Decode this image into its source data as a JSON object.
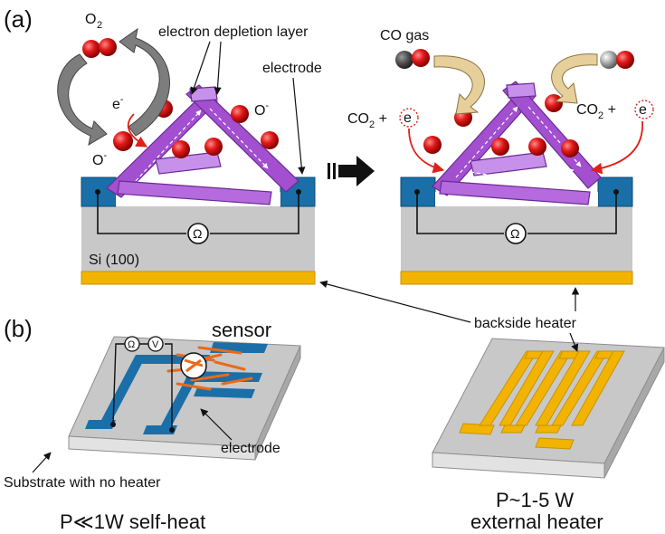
{
  "panel_a": {
    "label": "(a)",
    "o2": "O",
    "o2_sub": "2",
    "electron_depletion_layer": "electron  depletion layer",
    "electrode": "electrode",
    "e_minus": "e",
    "minus": "-",
    "o_minus_1": "O",
    "o_minus_2": "O",
    "ohm": "Ω",
    "si": "Si (100)",
    "co_gas": "CO gas",
    "co2_left": "CO",
    "co2_right": "CO",
    "two": "2",
    "plus": " + ",
    "e_circle": "e",
    "ohm_right": "Ω"
  },
  "panel_b": {
    "label": "(b)",
    "sensor": "sensor",
    "ohm": "Ω",
    "volt": "V",
    "electrode": "electrode",
    "substrate": "Substrate with no heater",
    "backside_heater": "backside heater",
    "power_left": "P≪1W self-heat",
    "power_right_1": "P~1-5 W",
    "power_right_2": "external heater"
  },
  "colors": {
    "nanowire": "#a24fd0",
    "nanowire_light": "#c790ea",
    "electrode": "#1a6fa8",
    "substrate_grey": "#c8c8c8",
    "heater_gold": "#f2b400",
    "molecule_red": "#d81818",
    "co_grey": "#8a8a8a",
    "arrow_grey": "#7d7d7d",
    "arrow_tan": "#e7cf9c",
    "red_arrow": "#e0201a"
  }
}
